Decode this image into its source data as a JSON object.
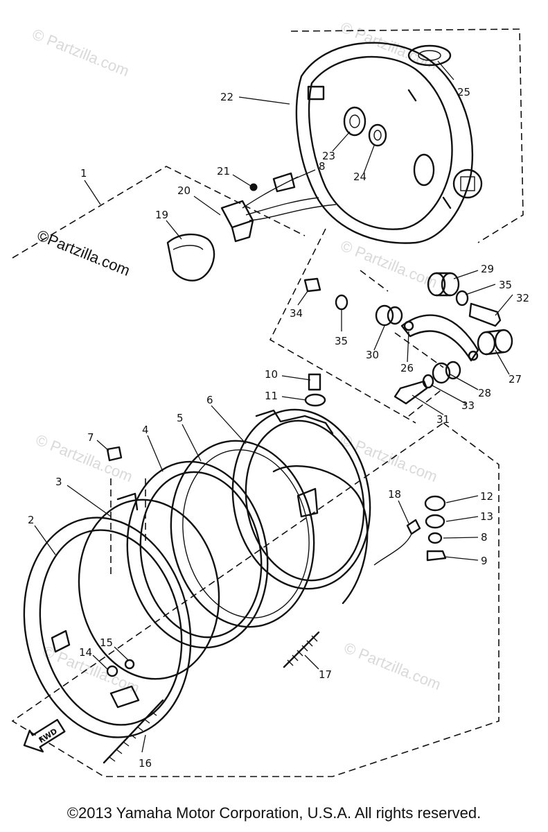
{
  "watermark": {
    "faint": "© Partzilla.com",
    "dark": "©Partzilla.com"
  },
  "callouts": [
    "1",
    "2",
    "3",
    "4",
    "5",
    "6",
    "7",
    "8",
    "9",
    "10",
    "11",
    "12",
    "13",
    "14",
    "15",
    "16",
    "17",
    "18",
    "19",
    "20",
    "21",
    "22",
    "23",
    "24",
    "25",
    "26",
    "27",
    "28",
    "29",
    "30",
    "31",
    "32",
    "33",
    "34",
    "35",
    "8",
    "35"
  ],
  "direction_arrow": "FWD",
  "copyright": "©2013 Yamaha Motor Corporation, U.S.A. All rights reserved."
}
